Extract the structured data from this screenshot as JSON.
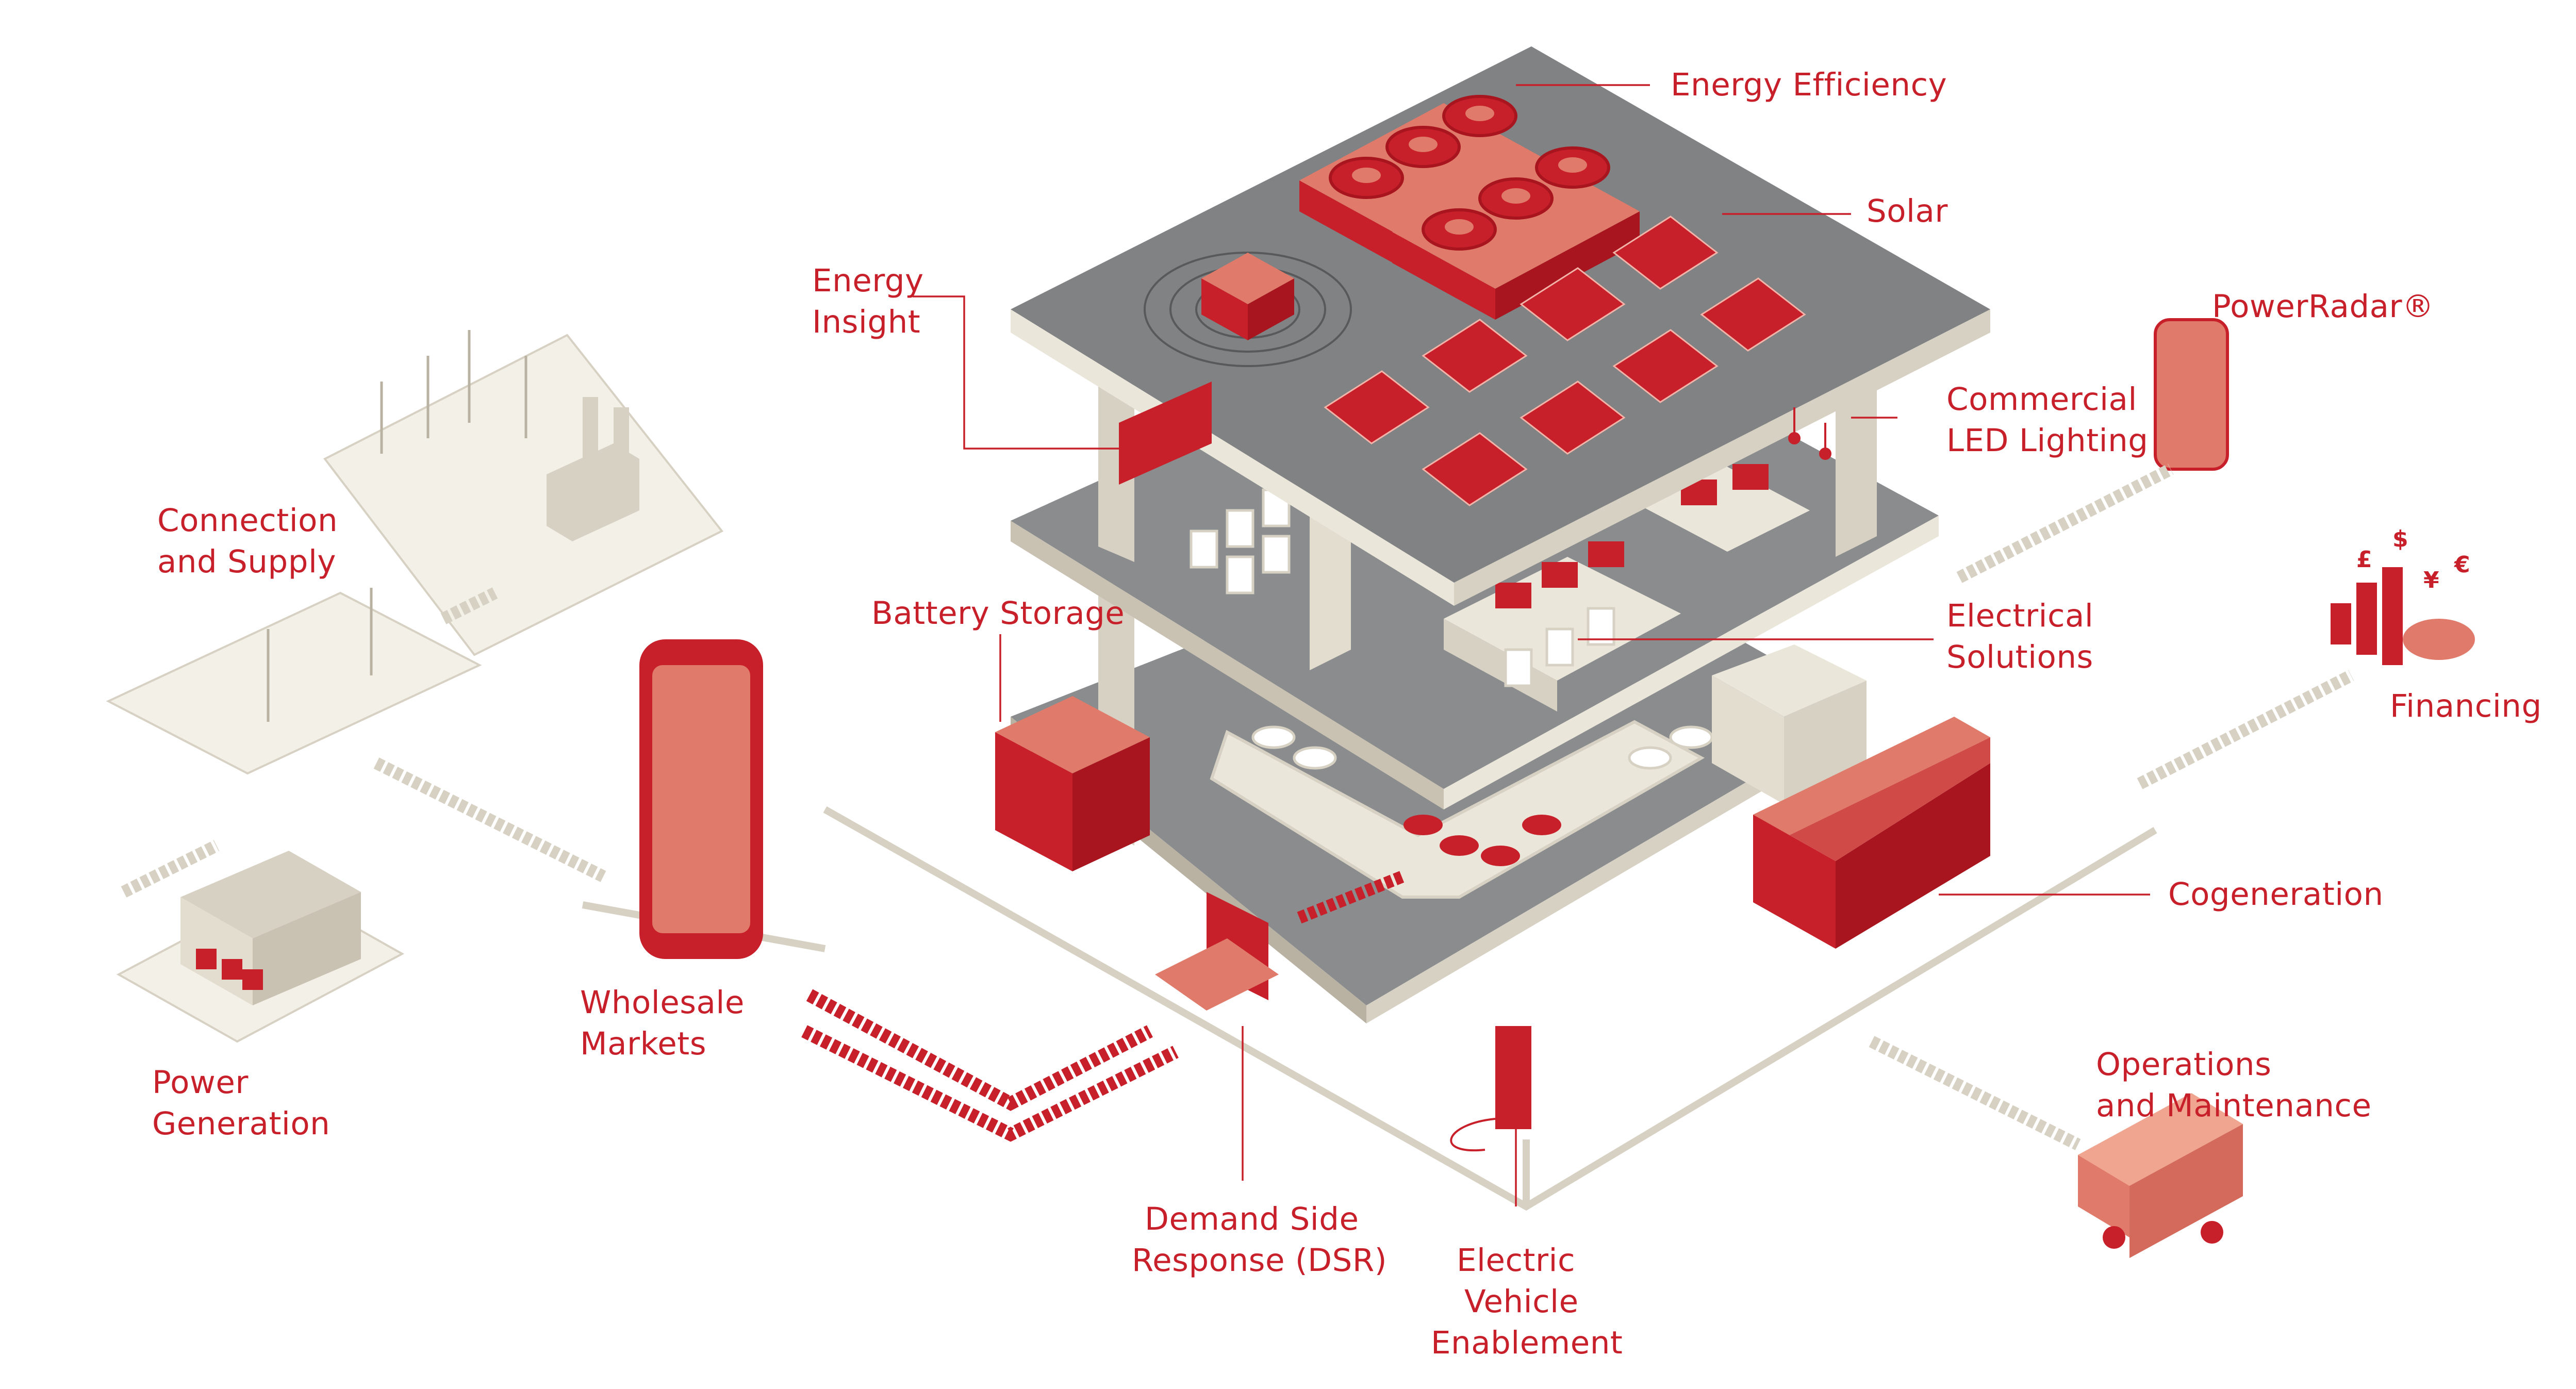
{
  "labels": {
    "energy_efficiency": "Energy Efficiency",
    "solar": "Solar",
    "energy_insight_1": "Energy",
    "energy_insight_2": "Insight",
    "powerradar": "PowerRadar®",
    "commercial_led_1": "Commercial",
    "commercial_led_2": "LED Lighting",
    "connection_supply_1": "Connection",
    "connection_supply_2": "and Supply",
    "battery_storage": "Battery Storage",
    "electrical_solutions_1": "Electrical",
    "electrical_solutions_2": "Solutions",
    "financing": "Financing",
    "cogeneration": "Cogeneration",
    "wholesale_markets_1": "Wholesale",
    "wholesale_markets_2": "Markets",
    "power_generation_1": "Power",
    "power_generation_2": "Generation",
    "operations_maintenance_1": "Operations",
    "operations_maintenance_2": "and Maintenance",
    "dsr_1": "Demand Side",
    "dsr_2": "Response (DSR)",
    "ev_1": "Electric",
    "ev_2": "Vehicle",
    "ev_3": "Enablement"
  },
  "currency_symbols": [
    "£",
    "$",
    "¥",
    "€"
  ],
  "colors": {
    "brand_red": "#c8202a",
    "light_red": "#e07a6a",
    "floor_grey": "#8a8c8e",
    "beige": "#d7d1c3",
    "beige_light": "#ebe6da"
  }
}
